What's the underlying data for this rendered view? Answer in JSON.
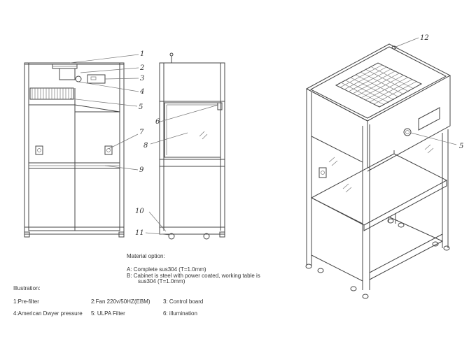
{
  "callouts": {
    "c1": "1",
    "c2": "2",
    "c3": "3",
    "c4": "4",
    "c5": "5",
    "c6": "6",
    "c7": "7",
    "c8": "8",
    "c9": "9",
    "c10": "10",
    "c11": "11",
    "c12": "12",
    "c5_iso": "5"
  },
  "material": {
    "title": "Material option:",
    "a": "A: Complete sus304 (T=1.0mm)",
    "b_line1": "B: Cabinet is steel with power coated, working table is",
    "b_line2": "sus304 (T=1.0mm)"
  },
  "illustration": {
    "title": "Illustration:",
    "items": [
      "1:Pre-filter",
      "2:Fan 220v/50HZ(EBM)",
      "3: Control board",
      "4:American Dwyer pressure",
      "5: ULPA Filter",
      "6: illumination"
    ]
  }
}
